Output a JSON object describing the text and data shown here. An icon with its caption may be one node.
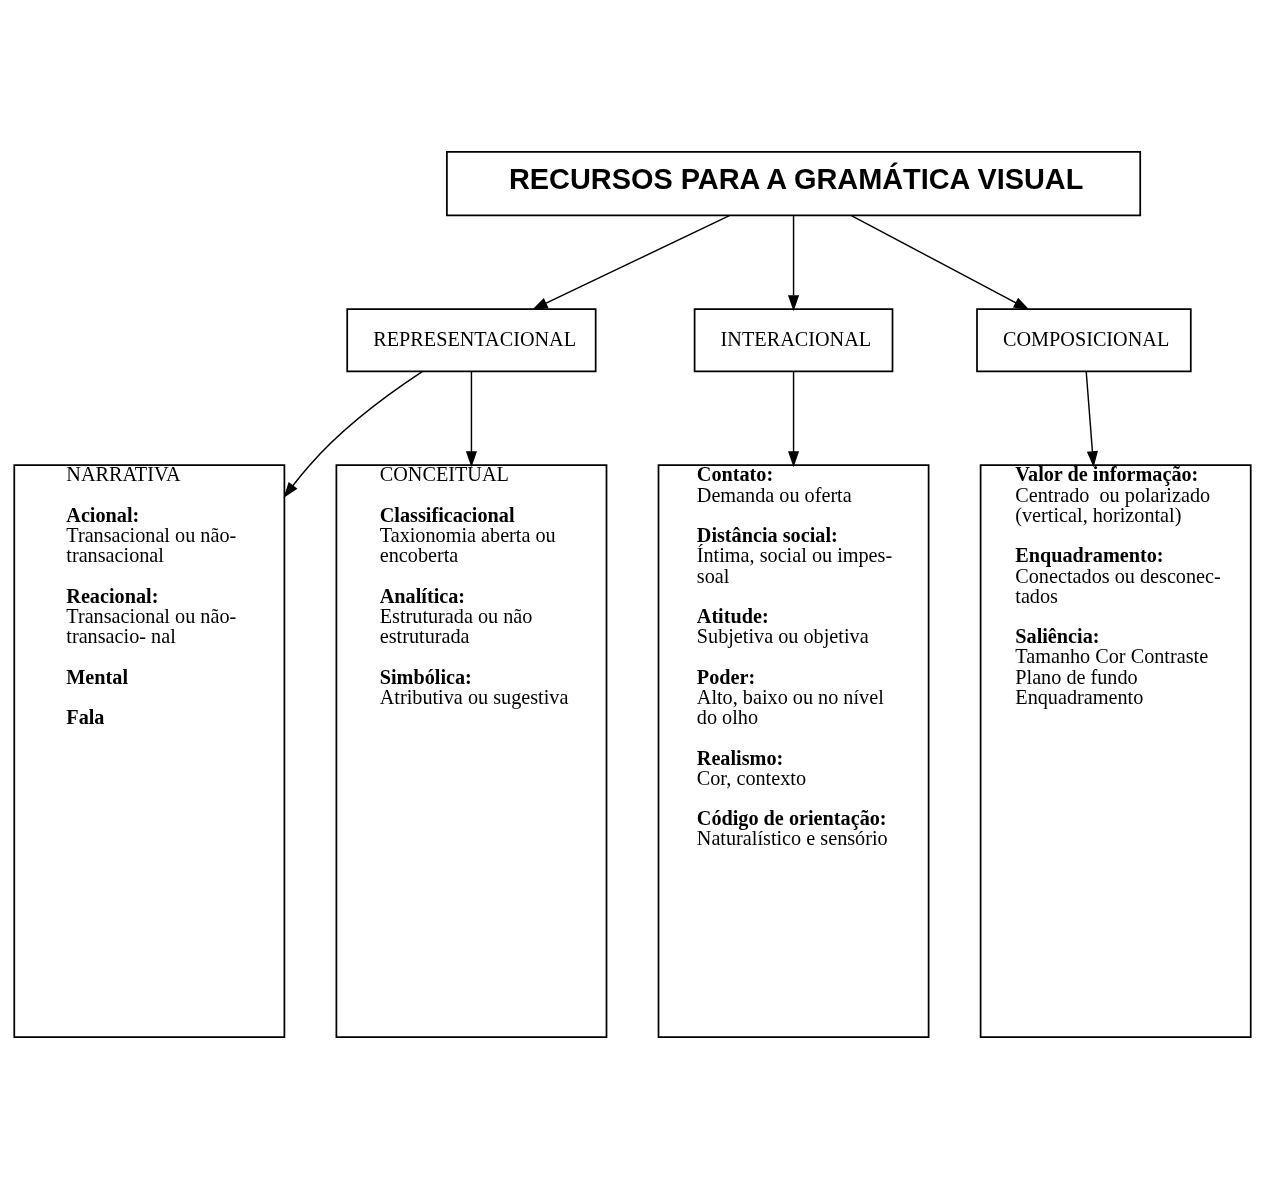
{
  "diagram": {
    "nodes": [
      {
        "text": [
          "RECURSOS PARA A GRAMÁTICA VISUAL"
        ]
      },
      {
        "text": [
          "REPRESENTACIONAL"
        ]
      },
      {
        "text": [
          "INTERACIONAL"
        ]
      },
      {
        "text": [
          "COMPOSICIONAL"
        ]
      },
      {
        "text": [
          "NARRATIVA",
          "**Acional:** Transacional ou não- transacional",
          "**Reacional:** Transacional ou não- transacio- nal",
          "**Mental**",
          "**Fala**"
        ]
      },
      {
        "text": [
          "CONCEITUAL",
          "**Classificacional** Taxionomia aberta ou encoberta",
          "**Analítica:** Estruturada ou não estruturada",
          "**Simbólica:** Atributiva ou sugestiva"
        ]
      },
      {
        "text": [
          "**Contato:** Demanda ou oferta",
          "**Distância social:** Íntima, social ou impes- soal",
          "**Atitude:** Subjetiva ou objetiva",
          "**Poder:** Alto, baixo ou no nível do olho",
          "**Realismo:** Cor, contexto",
          "**Código de orientação:** Naturalístico e sensório"
        ]
      },
      {
        "text": [
          "**Valor de informação:** Centrado  ou polarizado (vertical, horizontal)",
          "**Enquadramento:** Conectados ou desconec- tados",
          "**Saliência:** Tamanho Cor Contraste Plano de fundo Enquadramento"
        ]
      }
    ],
    "edges": [
      {
        "from": 0,
        "to": 1,
        "arrow": "to"
      },
      {
        "from": 0,
        "to": 2,
        "arrow": "to"
      },
      {
        "from": 0,
        "to": 3,
        "arrow": "to"
      },
      {
        "from": 1,
        "to": 4,
        "arrow": "to"
      },
      {
        "from": 1,
        "to": 5,
        "arrow": "to"
      },
      {
        "from": 2,
        "to": 6,
        "arrow": "to"
      },
      {
        "from": 3,
        "to": 7,
        "arrow": "to"
      }
    ]
  }
}
